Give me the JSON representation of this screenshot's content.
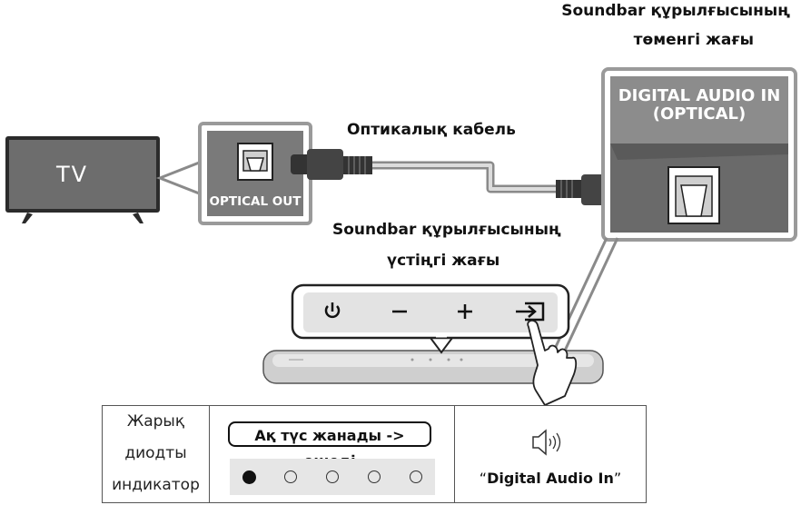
{
  "tv": {
    "label": "TV"
  },
  "optical_out": {
    "label": "OPTICAL OUT"
  },
  "cable": {
    "label": "Оптикалық кабель"
  },
  "bottom_view": {
    "line1": "Soundbar құрылғысының",
    "line2": "төменгі жағы",
    "port_line1": "DIGITAL AUDIO IN",
    "port_line2": "(OPTICAL)"
  },
  "top_view": {
    "line1": "Soundbar құрылғысының",
    "line2": "үстіңгі жағы"
  },
  "top_panel": {
    "icons": [
      "power-icon",
      "minus-icon",
      "plus-icon",
      "source-icon"
    ]
  },
  "table": {
    "header": [
      "Жарық",
      "диодты",
      "индикатор"
    ],
    "indicator_label": "Ақ түс жанады -> өшеді",
    "leds": [
      true,
      false,
      false,
      false,
      false
    ],
    "voice_icon": "speaker-voice-icon",
    "voice_prefix": "“",
    "voice_text": "Digital Audio In",
    "voice_suffix": "”"
  }
}
